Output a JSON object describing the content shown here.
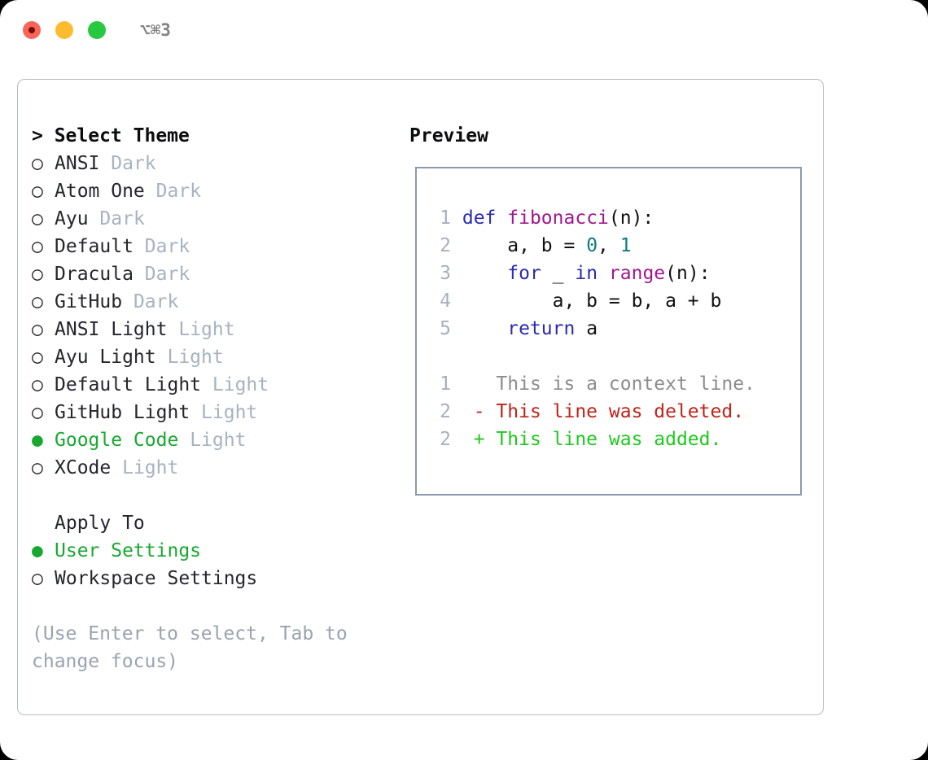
{
  "titlebar": {
    "shortcut": "⌥⌘3",
    "buttons": [
      {
        "name": "close",
        "color": "#fa6559"
      },
      {
        "name": "minimize",
        "color": "#fdbc2f"
      },
      {
        "name": "maximize",
        "color": "#28c840"
      }
    ]
  },
  "left": {
    "title": "> Select Theme",
    "themes": [
      {
        "marker": "○",
        "name": "ANSI",
        "variant": "Dark",
        "selected": false
      },
      {
        "marker": "○",
        "name": "Atom One",
        "variant": "Dark",
        "selected": false
      },
      {
        "marker": "○",
        "name": "Ayu",
        "variant": "Dark",
        "selected": false
      },
      {
        "marker": "○",
        "name": "Default",
        "variant": "Dark",
        "selected": false
      },
      {
        "marker": "○",
        "name": "Dracula",
        "variant": "Dark",
        "selected": false
      },
      {
        "marker": "○",
        "name": "GitHub",
        "variant": "Dark",
        "selected": false
      },
      {
        "marker": "○",
        "name": "ANSI Light",
        "variant": "Light",
        "selected": false
      },
      {
        "marker": "○",
        "name": "Ayu Light",
        "variant": "Light",
        "selected": false
      },
      {
        "marker": "○",
        "name": "Default Light",
        "variant": "Light",
        "selected": false
      },
      {
        "marker": "○",
        "name": "GitHub Light",
        "variant": "Light",
        "selected": false
      },
      {
        "marker": "●",
        "name": "Google Code",
        "variant": "Light",
        "selected": true
      },
      {
        "marker": "○",
        "name": "XCode",
        "variant": "Light",
        "selected": false
      }
    ],
    "apply_to_label": "Apply To",
    "apply_options": [
      {
        "marker": "●",
        "name": "User Settings",
        "selected": true
      },
      {
        "marker": "○",
        "name": "Workspace Settings",
        "selected": false
      }
    ],
    "hint": "(Use Enter to select, Tab to change focus)"
  },
  "right": {
    "title": "Preview",
    "code_lines": [
      {
        "num": "1",
        "tokens": [
          {
            "t": "def",
            "c": "kw"
          },
          {
            "t": " ",
            "c": "pln"
          },
          {
            "t": "fibonacci",
            "c": "fn"
          },
          {
            "t": "(n):",
            "c": "pln"
          }
        ]
      },
      {
        "num": "2",
        "tokens": [
          {
            "t": "    a, b = ",
            "c": "pln"
          },
          {
            "t": "0",
            "c": "num"
          },
          {
            "t": ", ",
            "c": "pln"
          },
          {
            "t": "1",
            "c": "num"
          }
        ]
      },
      {
        "num": "3",
        "tokens": [
          {
            "t": "    ",
            "c": "pln"
          },
          {
            "t": "for",
            "c": "kw"
          },
          {
            "t": " _ ",
            "c": "pln"
          },
          {
            "t": "in",
            "c": "kw"
          },
          {
            "t": " ",
            "c": "pln"
          },
          {
            "t": "range",
            "c": "fn"
          },
          {
            "t": "(n):",
            "c": "pln"
          }
        ]
      },
      {
        "num": "4",
        "tokens": [
          {
            "t": "        a, b = b, a + b",
            "c": "pln"
          }
        ]
      },
      {
        "num": "5",
        "tokens": [
          {
            "t": "    ",
            "c": "pln"
          },
          {
            "t": "return",
            "c": "kw"
          },
          {
            "t": " a",
            "c": "pln"
          }
        ]
      }
    ],
    "diff_lines": [
      {
        "num": "1",
        "prefix": "  ",
        "text": "This is a context line.",
        "kind": "diff-ctx"
      },
      {
        "num": "2",
        "prefix": "- ",
        "text": "This line was deleted.",
        "kind": "diff-del"
      },
      {
        "num": "2",
        "prefix": "+ ",
        "text": "This line was added.",
        "kind": "diff-add"
      }
    ]
  },
  "colors": {
    "accent_green": "#17a830",
    "muted": "#a8b2c0",
    "keyword": "#2b2bb0",
    "function": "#a0188c",
    "number": "#0a7d7d",
    "diff_delete": "#c0241a",
    "diff_add": "#1ec91e"
  }
}
